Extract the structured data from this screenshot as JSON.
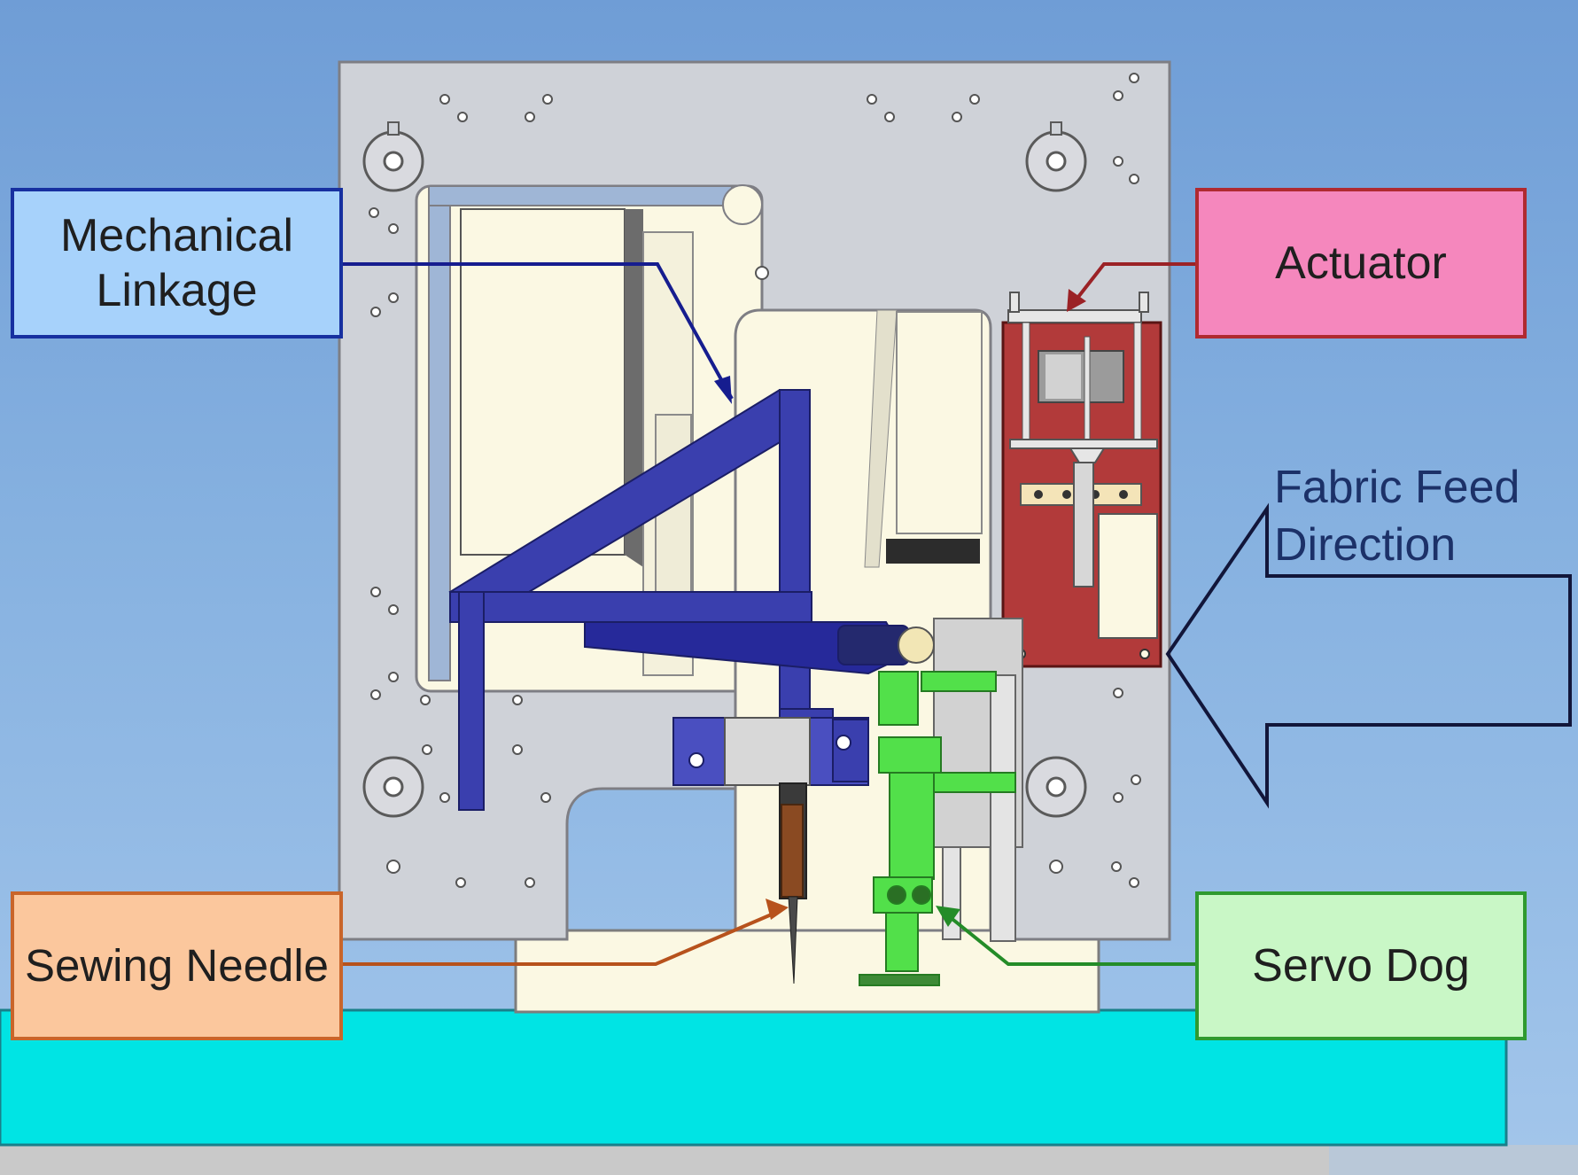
{
  "labels": {
    "mechanical_linkage": "Mechanical Linkage",
    "actuator": "Actuator",
    "fabric_feed": "Fabric Feed Direction",
    "sewing_needle": "Sewing Needle",
    "servo_dog": "Servo Dog"
  },
  "colors": {
    "background": "#7fa9dc",
    "plate": "#cdd0d6",
    "linkage": "#3a3fae",
    "actuator_housing": "#b23a3a",
    "servo_dog": "#52e04a",
    "needle": "#8a4a22",
    "table": "#00e4e4"
  },
  "icons": [
    "feed-direction-arrow-icon"
  ]
}
